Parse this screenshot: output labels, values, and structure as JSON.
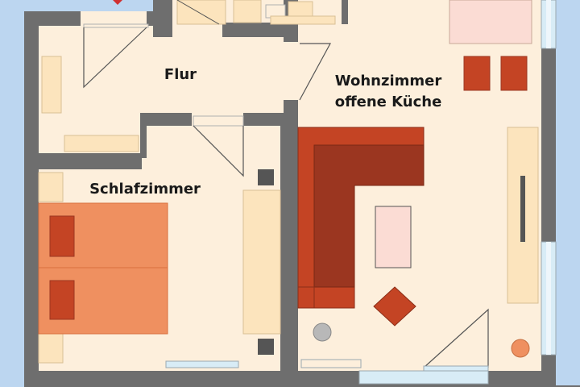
{
  "rooms": {
    "flur": "Flur",
    "wohnzimmer_line1": "Wohnzimmer",
    "wohnzimmer_line2": "offene Küche",
    "schlafzimmer": "Schlafzimmer"
  },
  "colors": {
    "background": "#bcd6f0",
    "wall": "#6e6e6e",
    "floor": "#fdefdc",
    "furniture_light": "#fce4bd",
    "sofa_dark": "#9b3620",
    "sofa_medium": "#c44424",
    "bed": "#ef9060",
    "pillow": "#c44424",
    "carpet": "#fbdcd4",
    "window": "#d8ecf6"
  }
}
